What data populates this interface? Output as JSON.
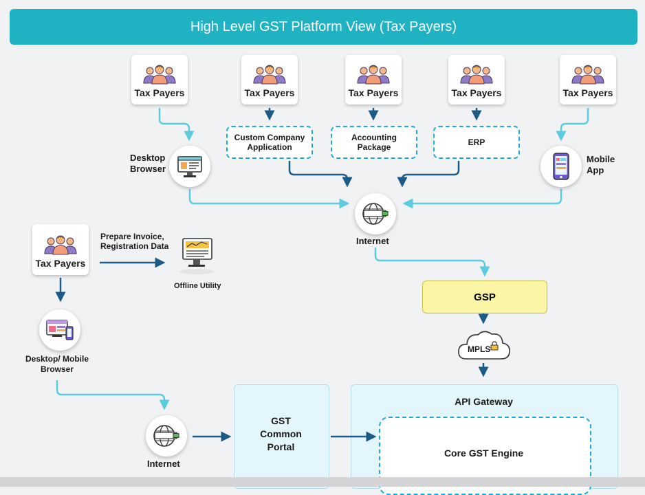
{
  "title": "High Level GST Platform View (Tax Payers)",
  "nodes": {
    "tax_payers_label": "Tax Payers",
    "custom_app": [
      "Custom Company",
      "Application"
    ],
    "accounting": [
      "Accounting",
      "Package"
    ],
    "erp": "ERP",
    "desktop_browser": [
      "Desktop",
      "Browser"
    ],
    "mobile_app": [
      "Mobile",
      "App"
    ],
    "internet": "Internet",
    "prepare": [
      "Prepare Invoice,",
      "Registration Data"
    ],
    "offline_utility": "Offline Utility",
    "desktop_mobile": [
      "Desktop/ Mobile",
      "Browser"
    ],
    "gsp": "GSP",
    "mpls": "MPLS",
    "gst_portal": [
      "GST",
      "Common",
      "Portal"
    ],
    "api_gateway": "API Gateway",
    "core_engine": "Core GST Engine"
  },
  "colors": {
    "title_bar": "#1fb2c3",
    "light_connector": "#5ccbe0",
    "dark_arrow": "#1c5b87",
    "gsp_fill": "#fbf6a6",
    "panel_fill": "#e3f6fb"
  },
  "icons": [
    "people-icon",
    "desktop-browser-icon",
    "mobile-app-icon",
    "globe-icon",
    "offline-utility-icon",
    "desktop-mobile-icon",
    "cloud-icon",
    "lock-icon"
  ]
}
